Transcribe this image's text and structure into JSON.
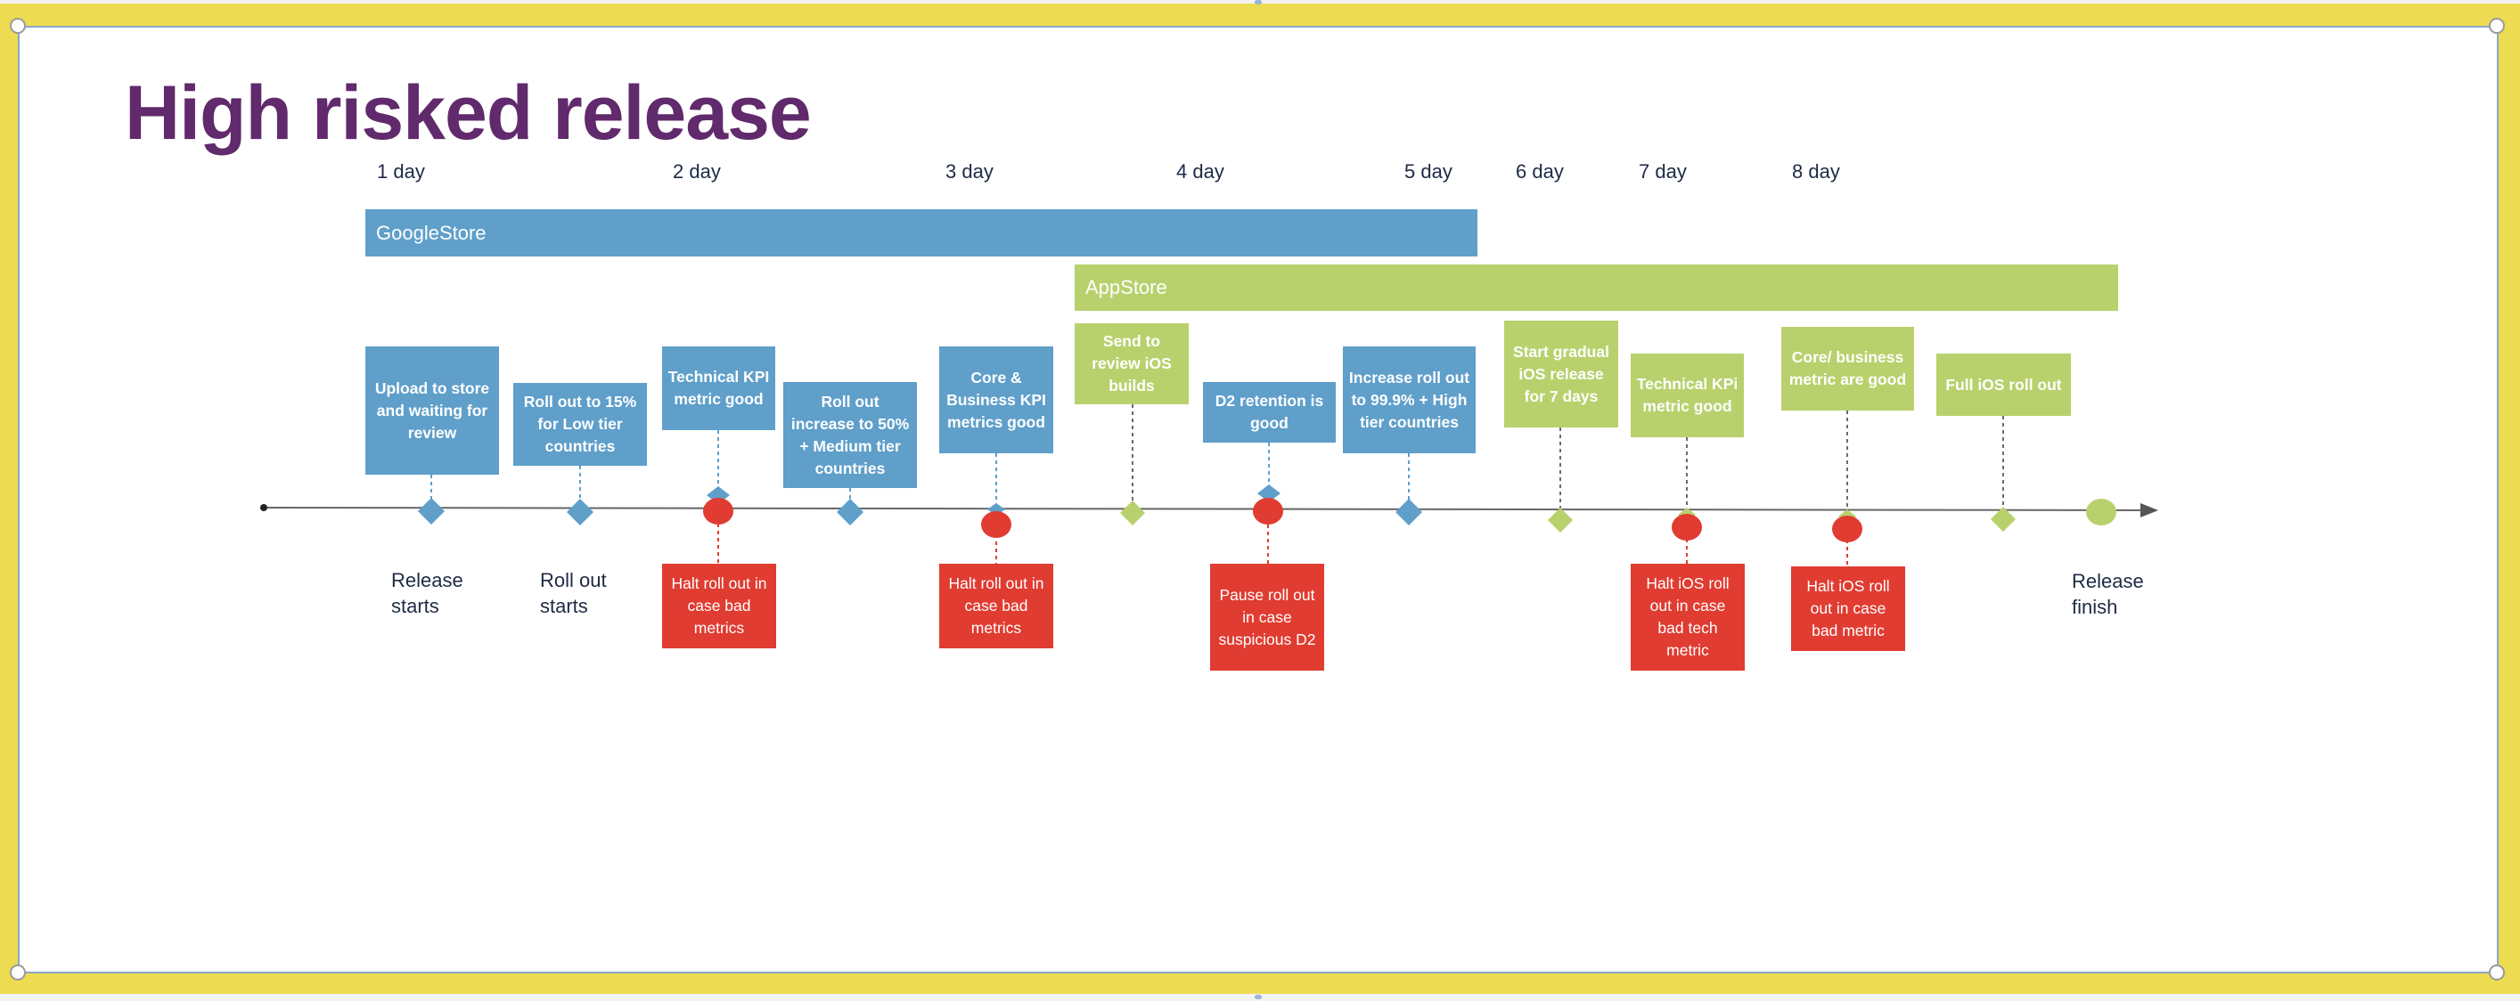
{
  "title": "High risked release",
  "days": [
    "1 day",
    "2 day",
    "3 day",
    "4 day",
    "5 day",
    "6 day",
    "7 day",
    "8 day"
  ],
  "bars": {
    "google": "GoogleStore",
    "apple": "AppStore"
  },
  "steps": [
    "Upload to store and waiting for review",
    "Roll out to 15% for Low tier countries",
    "Technical KPI metric good",
    "Roll out increase to 50% + Medium tier countries",
    "Core & Business KPI metrics good",
    "Send to review iOS builds",
    "D2 retention is good",
    "Increase roll out to 99.9% + High tier countries",
    "Start gradual iOS release for 7 days",
    "Technical KPi metric good",
    "Core/ business metric are good",
    "Full iOS roll out"
  ],
  "risks": [
    "Halt roll out in case bad metrics",
    "Halt roll out in case bad metrics",
    "Pause roll out in case suspicious D2",
    "Halt iOS roll out in case bad tech metric",
    "Halt iOS roll out in case bad  metric"
  ],
  "milestones": {
    "release_starts": "Release starts",
    "rollout_starts": "Roll out starts",
    "release_finish": "Release finish"
  },
  "colors": {
    "android": "#5f9fca",
    "ios": "#b8d16d",
    "risk": "#e03c31",
    "title": "#612a6c",
    "frame": "#eddc51"
  }
}
